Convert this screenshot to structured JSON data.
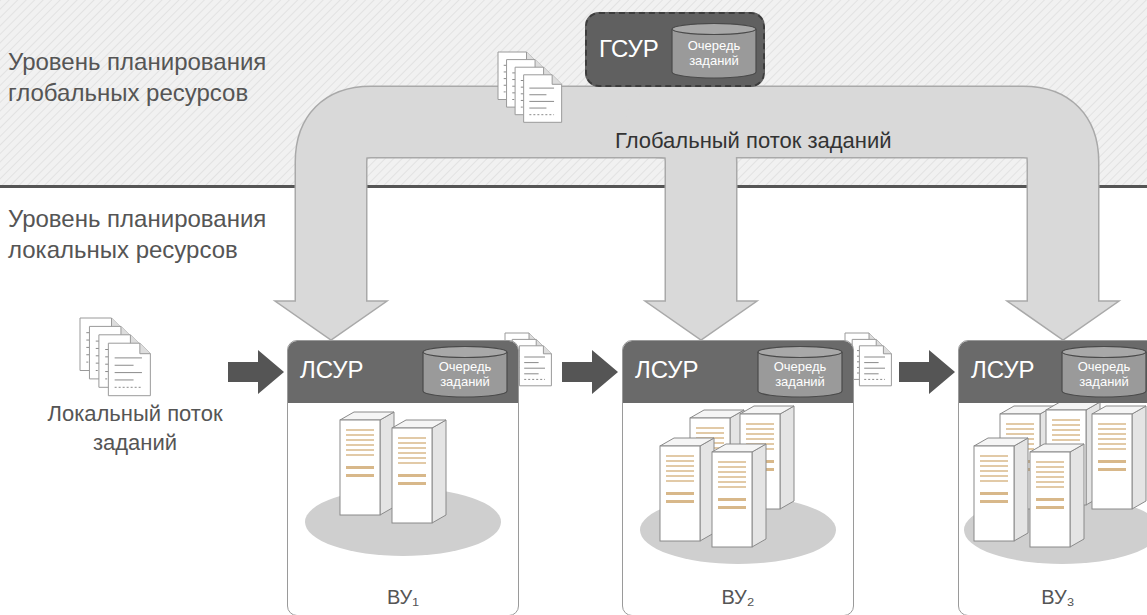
{
  "diagram": {
    "nodes": [
      {
        "text": [
          "ГСУР"
        ]
      },
      {
        "text": [
          "Очередь заданий"
        ],
        "in": 0
      },
      {
        "text": [
          "ВУ₁"
        ]
      },
      {
        "text": [
          "ЛСУР"
        ],
        "in": 2
      },
      {
        "text": [
          "Очередь заданий"
        ],
        "in": 3
      },
      {
        "text": [
          "ВУ₂"
        ]
      },
      {
        "text": [
          "ЛСУР"
        ],
        "in": 5
      },
      {
        "text": [
          "Очередь заданий"
        ],
        "in": 6
      },
      {
        "text": [
          "ВУ₃"
        ]
      },
      {
        "text": [
          "ЛСУР"
        ],
        "in": 8
      },
      {
        "text": [
          "Очередь заданий"
        ],
        "in": 9
      }
    ],
    "edges": [
      {
        "from": 0,
        "to": 3,
        "arrow": "to"
      },
      {
        "from": 0,
        "to": 6,
        "arrow": "to"
      },
      {
        "from": 0,
        "to": 9,
        "arrow": "to"
      }
    ],
    "labels": [
      "Уровень планирования глобальных ресурсов",
      "Уровень планирования локальных ресурсов",
      "Глобальный поток заданий",
      "Локальный поток заданий"
    ]
  }
}
